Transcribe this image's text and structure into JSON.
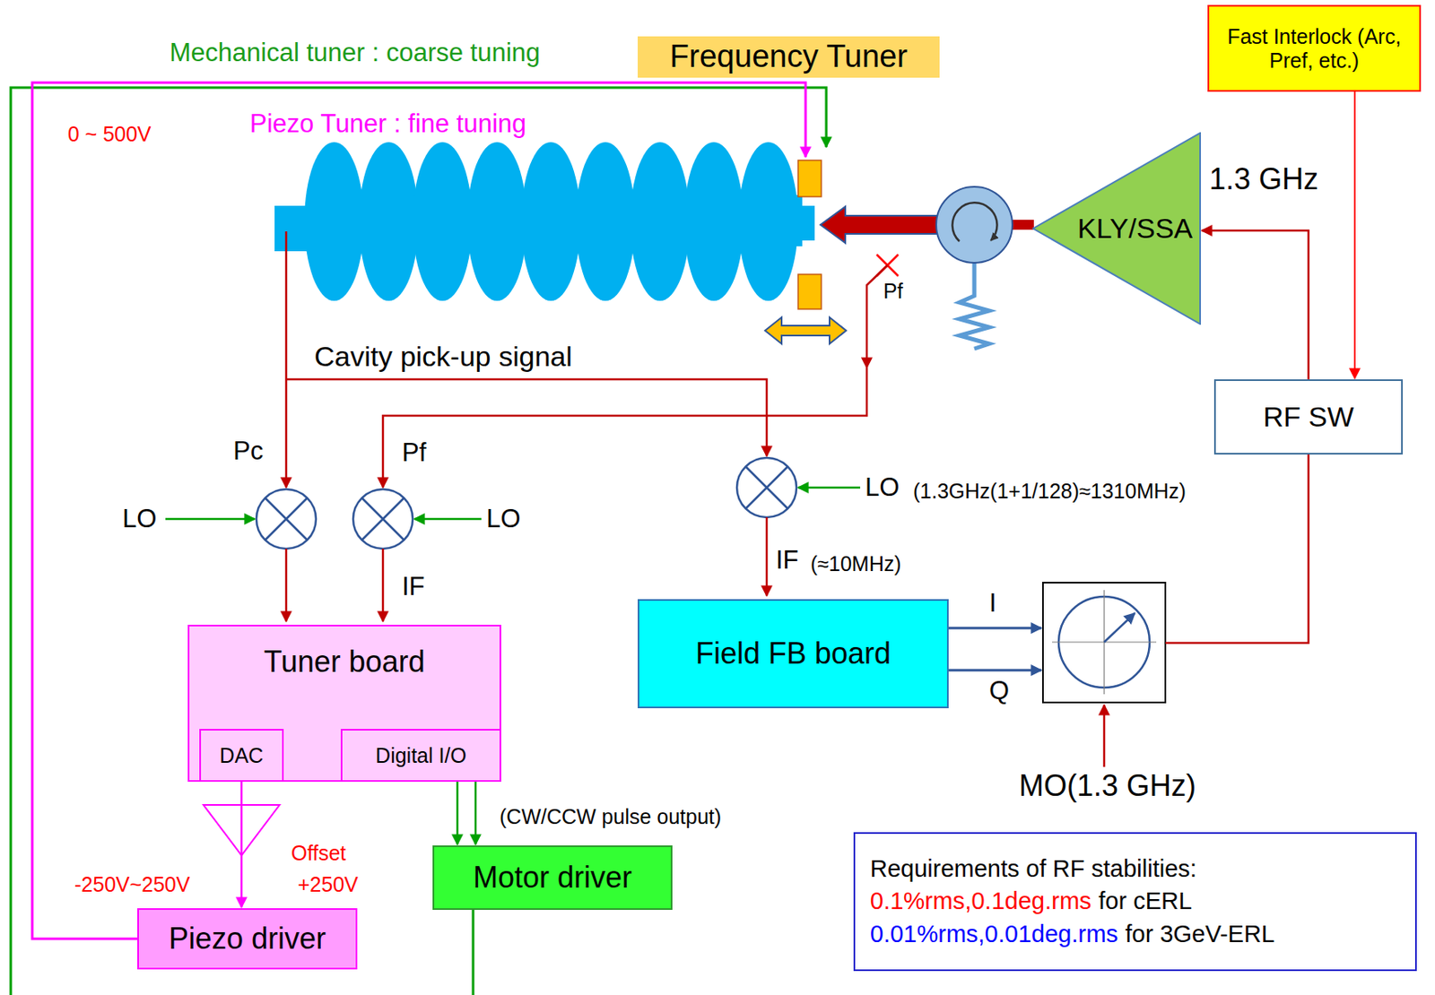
{
  "diagram": {
    "nodes": [
      {
        "text": [
          "Frequency Tuner"
        ]
      },
      {
        "text": [
          "Fast Interlock (Arc, Pref, etc.)"
        ]
      },
      {
        "text": [
          "KLY/SSA"
        ]
      },
      {
        "text": [
          "RF SW"
        ]
      },
      {
        "text": [
          "Tuner board"
        ]
      },
      {
        "text": [
          "DAC"
        ],
        "in": 4
      },
      {
        "text": [
          "Digital I/O"
        ],
        "in": 4
      },
      {
        "text": [
          "Field FB board"
        ]
      },
      {
        "text": [
          "Motor driver"
        ]
      },
      {
        "text": [
          "Piezo driver"
        ]
      },
      {
        "text": [
          "Requirements of RF stabilities:",
          "0.1%rms,0.1deg.rms",
          "for cERL",
          "0.01%rms,0.01deg.rms",
          "for 3GeV-ERL"
        ]
      }
    ],
    "edges": [
      {
        "from": 1,
        "to": 3,
        "arrow": "to"
      },
      {
        "from": 3,
        "to": 2,
        "arrow": "to"
      },
      {
        "from": 5,
        "to": 9,
        "arrow": "to"
      },
      {
        "from": 6,
        "to": 8,
        "arrow": "to"
      },
      {
        "from": 6,
        "to": 8,
        "arrow": "to"
      }
    ],
    "labels": [
      "Mechanical tuner : coarse tuning",
      "0 ~ 500V",
      "Piezo Tuner : fine tuning",
      "1.3 GHz",
      "Pf",
      "Cavity pick-up signal",
      "Pc",
      "Pf",
      "LO",
      "LO",
      "IF",
      "LO",
      "(1.3GHz(1+1/128)≈1310MHz)",
      "IF",
      "(≈10MHz)",
      "I",
      "Q",
      "MO(1.3 GHz)",
      "(CW/CCW pulse output)",
      "-250V~250V",
      "Offset",
      "+250V"
    ]
  }
}
